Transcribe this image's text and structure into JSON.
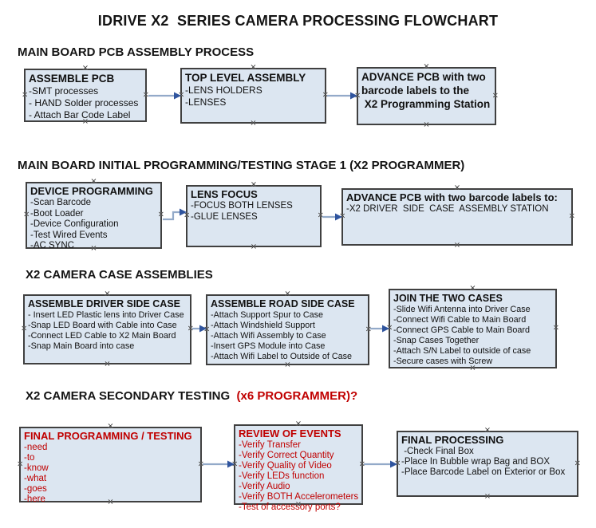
{
  "title": "IDRIVE X2  SERIES CAMERA PROCESSING FLOWCHART",
  "colors": {
    "box_fill": "#dce6f1",
    "box_border": "#404040",
    "arrow_line": "#93aac9",
    "arrow_head": "#2f549e",
    "red_text": "#c00000"
  },
  "icons": {
    "anchor_mark": "×"
  },
  "sections": [
    {
      "heading": "MAIN BOARD PCB ASSEMBLY PROCESS",
      "boxes": [
        {
          "title": "ASSEMBLE PCB",
          "lines": [
            "-SMT processes",
            "- HAND Solder processes",
            "- Attach Bar Code Label"
          ]
        },
        {
          "title": "TOP LEVEL ASSEMBLY",
          "lines": [
            "-LENS HOLDERS",
            "-LENSES"
          ]
        },
        {
          "title": "ADVANCE PCB with two",
          "lines": [
            "barcode labels to the",
            " X2 Programming Station"
          ]
        }
      ]
    },
    {
      "heading": "MAIN BOARD INITIAL PROGRAMMING/TESTING STAGE 1 (X2 PROGRAMMER)",
      "boxes": [
        {
          "title": "DEVICE PROGRAMMING",
          "lines": [
            "-Scan Barcode",
            "-Boot Loader",
            "-Device Configuration",
            "-Test Wired Events",
            "-AC SYNC"
          ]
        },
        {
          "title": "LENS FOCUS",
          "lines": [
            "-FOCUS BOTH LENSES",
            "-GLUE LENSES"
          ]
        },
        {
          "title": "ADVANCE PCB with two barcode labels to:",
          "lines": [
            "-X2 DRIVER  SIDE  CASE  ASSEMBLY STATION"
          ]
        }
      ]
    },
    {
      "heading": "X2 CAMERA CASE ASSEMBLIES",
      "boxes": [
        {
          "title": "ASSEMBLE DRIVER SIDE CASE",
          "lines": [
            "- Insert LED Plastic lens into Driver Case",
            "-Snap LED Board with Cable into Case",
            "-Connect LED Cable to X2 Main Board",
            "-Snap Main Board into case"
          ]
        },
        {
          "title": "ASSEMBLE ROAD SIDE CASE",
          "lines": [
            "-Attach Support Spur to Case",
            "-Attach Windshield Support",
            "-Attach Wifi Assembly to Case",
            "-Insert GPS Module into Case",
            "-Attach Wifi Label to Outside of Case"
          ]
        },
        {
          "title": "JOIN THE TWO CASES",
          "lines": [
            "-Slide Wifi Antenna into Driver Case",
            "-Connect Wifi Cable to Main Board",
            "-Connect GPS Cable to Main Board",
            "-Snap Cases Together",
            "-Attach S/N Label to outside of case",
            "-Secure cases with Screw"
          ]
        }
      ]
    },
    {
      "heading": "X2 CAMERA SECONDARY TESTING",
      "heading_red": "  (x6 PROGRAMMER)?",
      "boxes": [
        {
          "title": "FINAL PROGRAMMING / TESTING",
          "lines": [
            "-need",
            "-to",
            "-know",
            "-what",
            "-goes",
            "-here"
          ]
        },
        {
          "title": "REVIEW OF EVENTS",
          "lines": [
            "-Verify Transfer",
            "-Verify Correct Quantity",
            "-Verify Quality of Video",
            "-Verify LEDs function",
            "-Verify Audio",
            "-Verify BOTH Accelerometers",
            "-Test of accessory ports?"
          ]
        },
        {
          "title": "FINAL PROCESSING",
          "lines": [
            " -Check Final Box",
            "-Place In Bubble wrap Bag and BOX",
            "-Place Barcode Label on Exterior or Box"
          ]
        }
      ]
    }
  ]
}
